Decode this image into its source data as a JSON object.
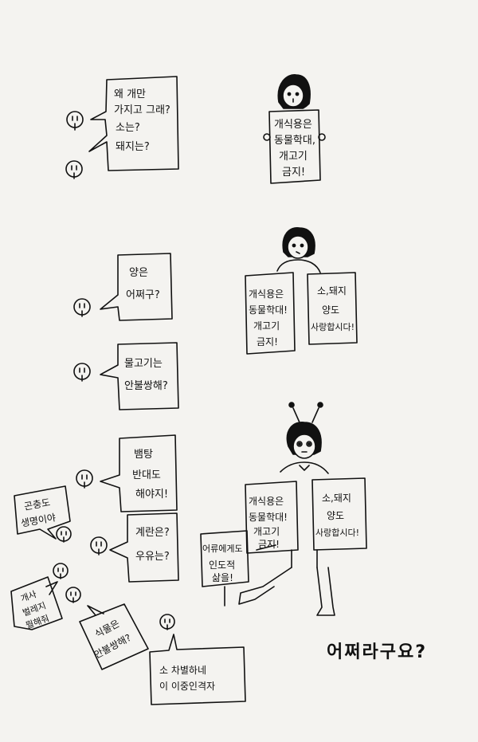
{
  "bubbles": {
    "q1": {
      "l1": "왜 개만",
      "l2": "가지고 그래?",
      "l3": "소는?",
      "l4": "돼지는?"
    },
    "q2": {
      "l1": "양은",
      "l2": "어쩌구?"
    },
    "q3": {
      "l1": "물고기는",
      "l2": "안불쌍해?"
    },
    "q4": {
      "l1": "뱀탕",
      "l2": "반대도",
      "l3": "해야지!"
    },
    "q5": {
      "l1": "곤충도",
      "l2": "생명이야"
    },
    "q6": {
      "l1": "계란은?",
      "l2": "우유는?"
    },
    "q7": {
      "l1": "개사",
      "l2": "벌레지",
      "l3": "뭘해줘"
    },
    "q8": {
      "l1": "식물은",
      "l2": "안불쌍해?"
    },
    "q9": {
      "l1": "소 차별하네",
      "l2": "이 이중인격자"
    }
  },
  "signs": {
    "s1": {
      "l1": "개식용은",
      "l2": "동물학대,",
      "l3": "개고기",
      "l4": "금지!"
    },
    "s2": {
      "l1": "개식용은",
      "l2": "동물학대!",
      "l3": "개고기",
      "l4": "금지!"
    },
    "s3": {
      "l1": "소,돼지",
      "l2": "양도",
      "l3": "사랑합시다!"
    },
    "s4": {
      "l1": "개식용은",
      "l2": "동물학대!",
      "l3": "개고기",
      "l4": "금지!"
    },
    "s5": {
      "l1": "소,돼지",
      "l2": "양도",
      "l3": "사랑합시다!"
    },
    "s6": {
      "l1": "어류에게도",
      "l2": "인도적",
      "l3": "삶을!"
    }
  },
  "caption": "어쩌라구요?"
}
